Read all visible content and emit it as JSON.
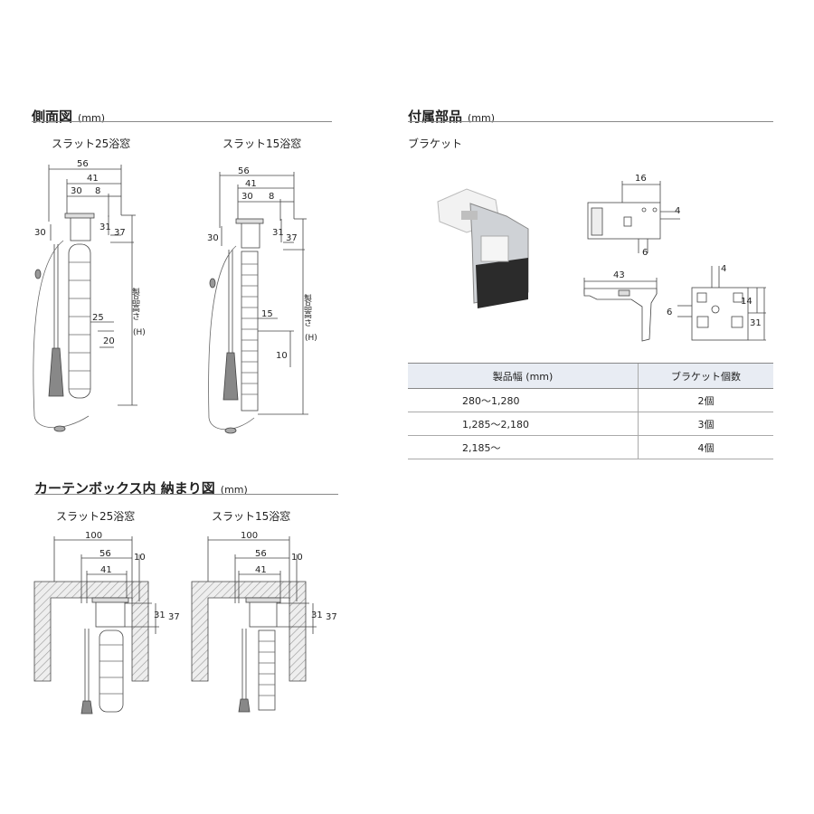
{
  "side_view": {
    "title": "側面図",
    "unit": "(mm)",
    "left": {
      "subtitle": "スラット25浴窓",
      "dims": {
        "w56": "56",
        "w41": "41",
        "w30": "30",
        "w8": "8",
        "h30": "30",
        "h31": "31",
        "h37": "37",
        "s25": "25",
        "s20": "20"
      },
      "height_label": "製品高さ",
      "height_symbol": "(H)"
    },
    "right": {
      "subtitle": "スラット15浴窓",
      "dims": {
        "w56": "56",
        "w41": "41",
        "w30": "30",
        "w8": "8",
        "h30": "30",
        "h31": "31",
        "h37": "37",
        "s15": "15",
        "s10": "10"
      },
      "height_label": "製品高さ",
      "height_symbol": "(H)"
    }
  },
  "parts": {
    "title": "付属部品",
    "unit": "(mm)",
    "subtitle": "ブラケット",
    "dims": {
      "d16": "16",
      "d4a": "4",
      "d6a": "6",
      "d43": "43",
      "d4b": "4",
      "d14": "14",
      "d6b": "6",
      "d31": "31"
    }
  },
  "bracket_table": {
    "headers": [
      "製品幅 (mm)",
      "ブラケット個数"
    ],
    "rows": [
      [
        "280〜1,280",
        "2個"
      ],
      [
        "1,285〜2,180",
        "3個"
      ],
      [
        "2,185〜",
        "4個"
      ]
    ]
  },
  "box_view": {
    "title": "カーテンボックス内 納まり図",
    "unit": "(mm)",
    "left": {
      "subtitle": "スラット25浴窓",
      "dims": {
        "w100": "100",
        "w56": "56",
        "w41": "41",
        "w10": "10",
        "h31": "31",
        "h37": "37"
      }
    },
    "right": {
      "subtitle": "スラット15浴窓",
      "dims": {
        "w100": "100",
        "w56": "56",
        "w41": "41",
        "w10": "10",
        "h31": "31",
        "h37": "37"
      }
    }
  }
}
